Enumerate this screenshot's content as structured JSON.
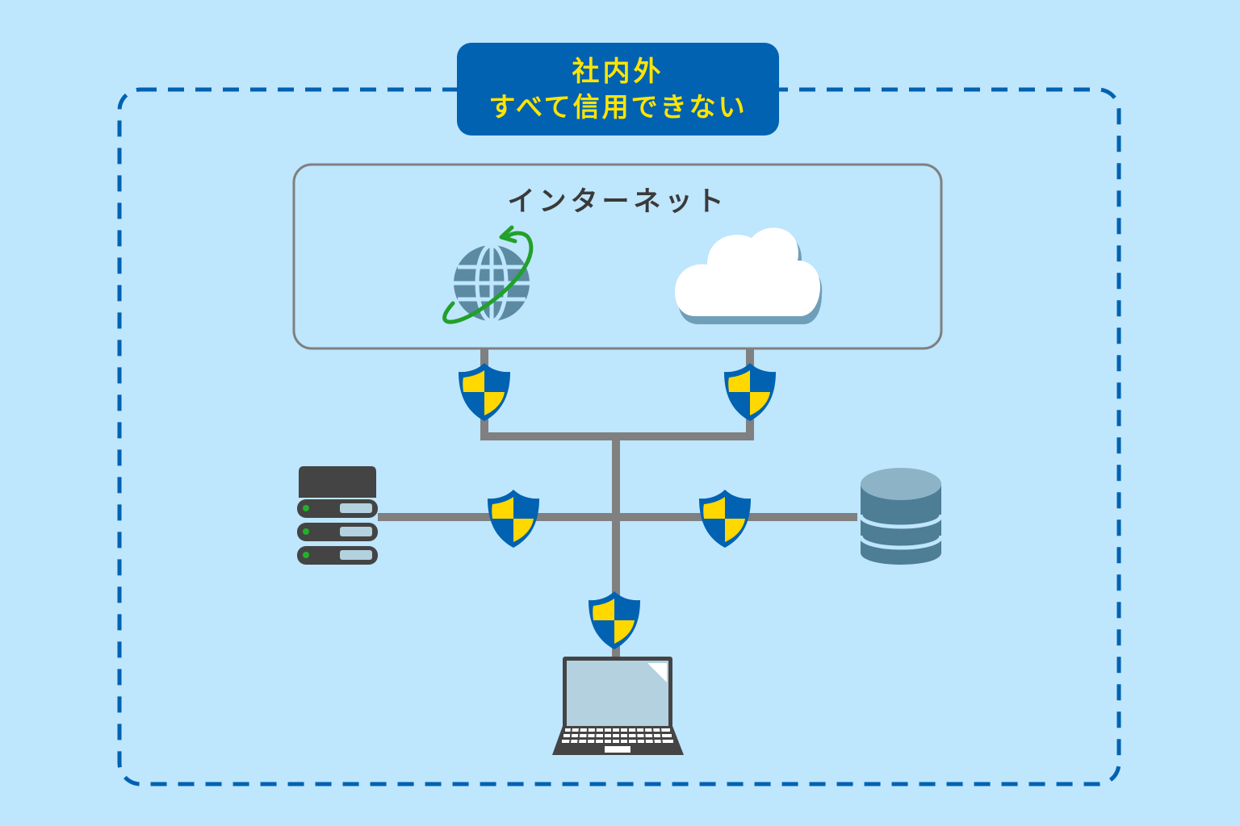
{
  "scope": {
    "title_line1": "社内外",
    "title_line2": "すべて信用できない",
    "border_color": "#0062b1",
    "title_text_color": "#ffe400"
  },
  "internet": {
    "label": "インターネット",
    "icons": [
      "globe-icon",
      "cloud-icon"
    ]
  },
  "network": {
    "nodes": [
      "server-icon",
      "database-icon",
      "laptop-icon"
    ],
    "shields": 5,
    "line_color": "#808080",
    "shield_colors": {
      "primary": "#0062b1",
      "accent": "#ffd800"
    }
  },
  "colors": {
    "background": "#bee6fd"
  }
}
